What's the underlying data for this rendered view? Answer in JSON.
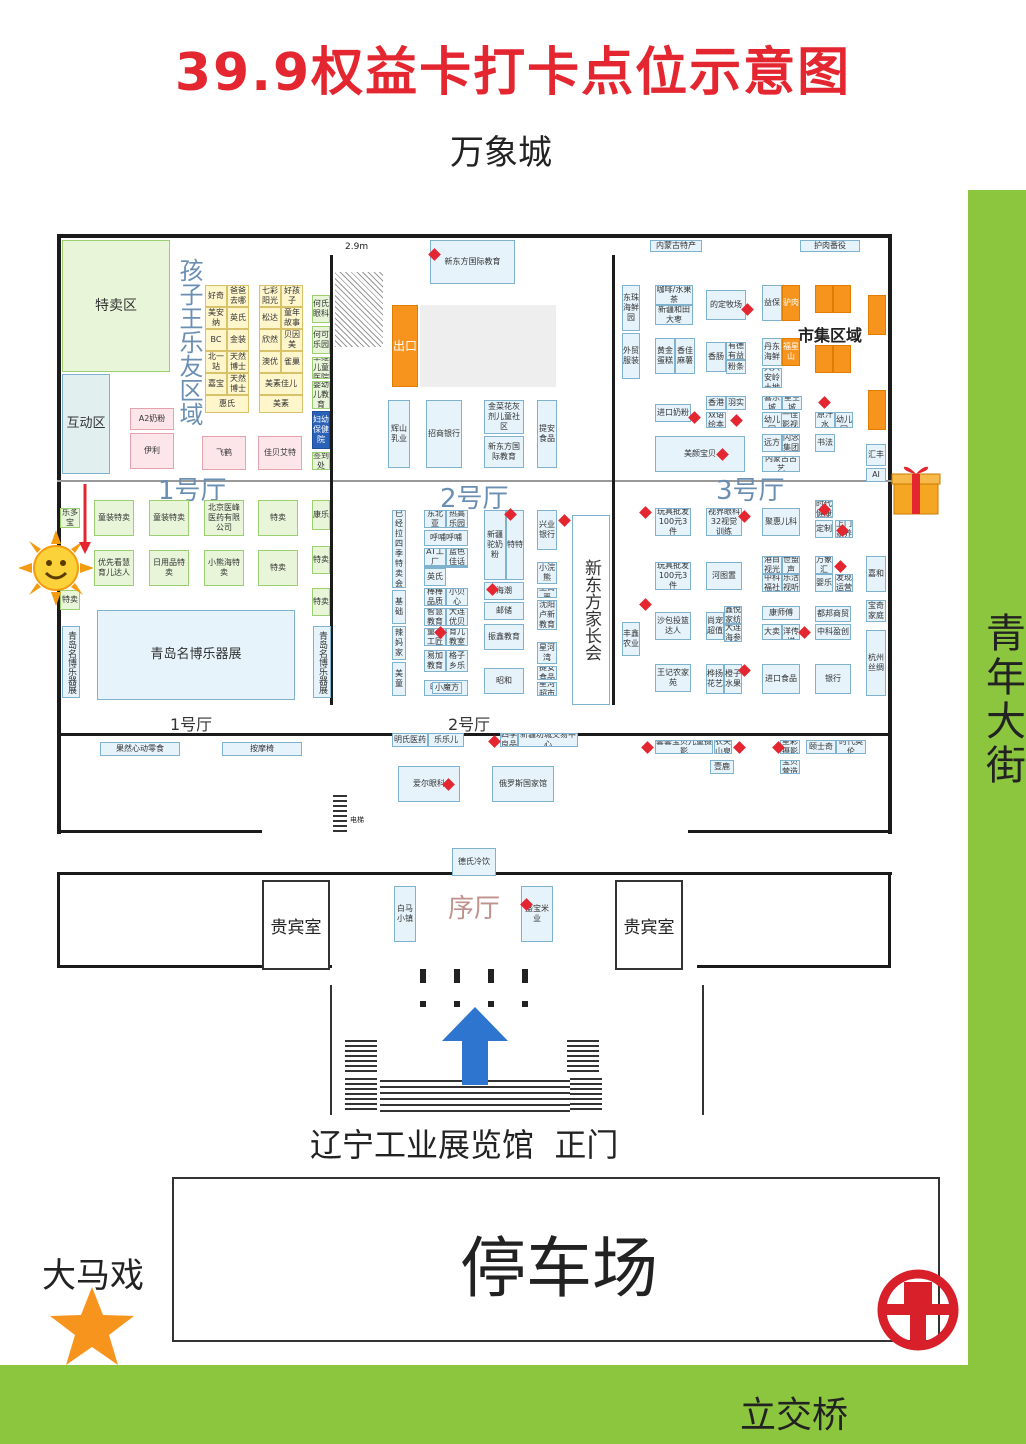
{
  "title": "39.9权益卡打卡点位示意图",
  "top_landmark": "万象城",
  "right_street": "青年大街",
  "bottom_bridge": "立交桥",
  "parking": "停车场",
  "circus": "大马戏",
  "entrance": "辽宁工业展览馆  正门",
  "halls": {
    "hall1_upper": "1号厅",
    "hall1_lower": "1号厅",
    "hall2_upper": "2号厅",
    "hall2_lower": "2号厅",
    "hall3_upper": "3号厅",
    "lobby": "序厅"
  },
  "zones": {
    "special_sale": "特卖区",
    "interactive": "互动区",
    "kids_zone": "孩子王乐友区域",
    "market_zone": "市集区域",
    "qingdao_expo": "青岛名博乐器展",
    "qingdao_vertical_left": "青岛名博乐器展",
    "qingdao_vertical_right": "青岛名博乐器展",
    "new_oriental": "新东方家长会",
    "vip_left": "贵宾室",
    "vip_right": "贵宾室",
    "elevator": "电梯",
    "dimension": "2.9m"
  },
  "booths_hall1": [
    "好奇",
    "爸爸去哪",
    "七彩阳光",
    "好孩子",
    "美安纳",
    "英氏",
    "松达",
    "童年故事",
    "BC",
    "金装",
    "欣然",
    "贝因美",
    "北一站",
    "天然博士",
    "澳优",
    "雀巢",
    "嘉宝",
    "天然博士",
    "美素佳儿",
    "惠氏",
    "美素",
    "A2奶粉",
    "伊利",
    "飞鹤",
    "佳贝艾特",
    "童装特卖",
    "童装特卖",
    "北京医峰医药有限公司",
    "特卖",
    "优先看慧育儿达人",
    "日用品特卖",
    "小熊海特卖",
    "特卖",
    "乐多宝",
    "特卖"
  ],
  "booths_side1": [
    "何氏眼科",
    "何可乐园",
    "卓维儿童医院",
    "婴幼儿教育",
    "妇幼保健院",
    "签到处",
    "康乐",
    "特卖",
    "特卖"
  ],
  "booths_hall2": [
    "辉山乳业",
    "招商银行",
    "金菜花灰剂儿童社区",
    "新东方国际教育",
    "提安食品",
    "已经拉四季特卖会",
    "东北亚",
    "热高乐园",
    "呼哺呼哺",
    "AT工厂",
    "蓝色佳话",
    "英氏",
    "棒棒品质",
    "小贝心",
    "基础",
    "辣妈家",
    "智慧教育",
    "大连优贝",
    "童心工匠",
    "育儿教室",
    "美童",
    "昭和",
    "新疆驼奶粉",
    "振鑫教育",
    "易加教育",
    "格子乡乐",
    "明日之星",
    "兴业银行",
    "小浣熊",
    "沈阳卢新教育",
    "土商严",
    "星河湾",
    "特特",
    "海潮",
    "邮储",
    "提安食品",
    "星河超市",
    "贝乐",
    "小魔方"
  ],
  "booths_hall3": [
    "东珠海鲜园",
    "咖啡/水果茶",
    "的定牧场",
    "新疆和田大枣",
    "益保",
    "驴肉",
    "丹东海鲜",
    "福星山",
    "外贸服装",
    "黄金蛋糕",
    "香佳麻薯",
    "香肠",
    "有德有益",
    "粉条",
    "大兴安岭土地",
    "进口奶粉",
    "香港",
    "羽实",
    "双语绘本",
    "一佳影视",
    "喜乐城",
    "星空城",
    "优乐幼儿园",
    "原汁水",
    "萌萌幼儿园",
    "远方",
    "闪念集团",
    "书法",
    "内蒙古古艺",
    "美颜宝贝",
    "汇丰",
    "AI",
    "玩具批发100元3件",
    "视界眼科32视觉训练",
    "聚惠儿科",
    "时代健康",
    "定制",
    "上门家养",
    "玩具批发100元3件",
    "河图置",
    "港目视光",
    "世盟声",
    "中科福社",
    "乐活视听",
    "万象汇",
    "婴乐",
    "发现运营",
    "嘉和",
    "沙包投篮达人",
    "尚宠超值",
    "鑫悦家纺",
    "大连海参",
    "康师傅",
    "大卖",
    "新海洋传媒",
    "都邦商贸",
    "中科盈创",
    "王记农家苑",
    "进口食品",
    "银行",
    "杭州丝绸",
    "宝奇家庭",
    "丰鑫农业",
    "桦扬花艺",
    "橙子水果",
    "内蒙古特产",
    "护肉番役"
  ],
  "booths_lower": [
    "果然心动零食",
    "按摩椅",
    "明氏医药",
    "乐乐儿",
    "四季良品",
    "新疆坊城交易中心",
    "馨馨宝贝儿童摄影",
    "农夫山泉",
    "壹鹿",
    "星彩摄影",
    "颐士奇",
    "时代奥伦",
    "宝贝营造",
    "爱尔眼科",
    "俄罗斯国家馆",
    "德氏冷饮",
    "白马小镇",
    "盛宝米业"
  ],
  "stage": "出口",
  "colors": {
    "title_red": "#e3262f",
    "street_green": "#8cc63f",
    "arrow_blue": "#2e75d0",
    "star_orange": "#f7941d",
    "metro_red": "#d8202a"
  },
  "icons": [
    "sun-icon",
    "gift-icon",
    "star-icon",
    "metro-icon",
    "arrow-up-icon",
    "diamond-marker-icon"
  ]
}
